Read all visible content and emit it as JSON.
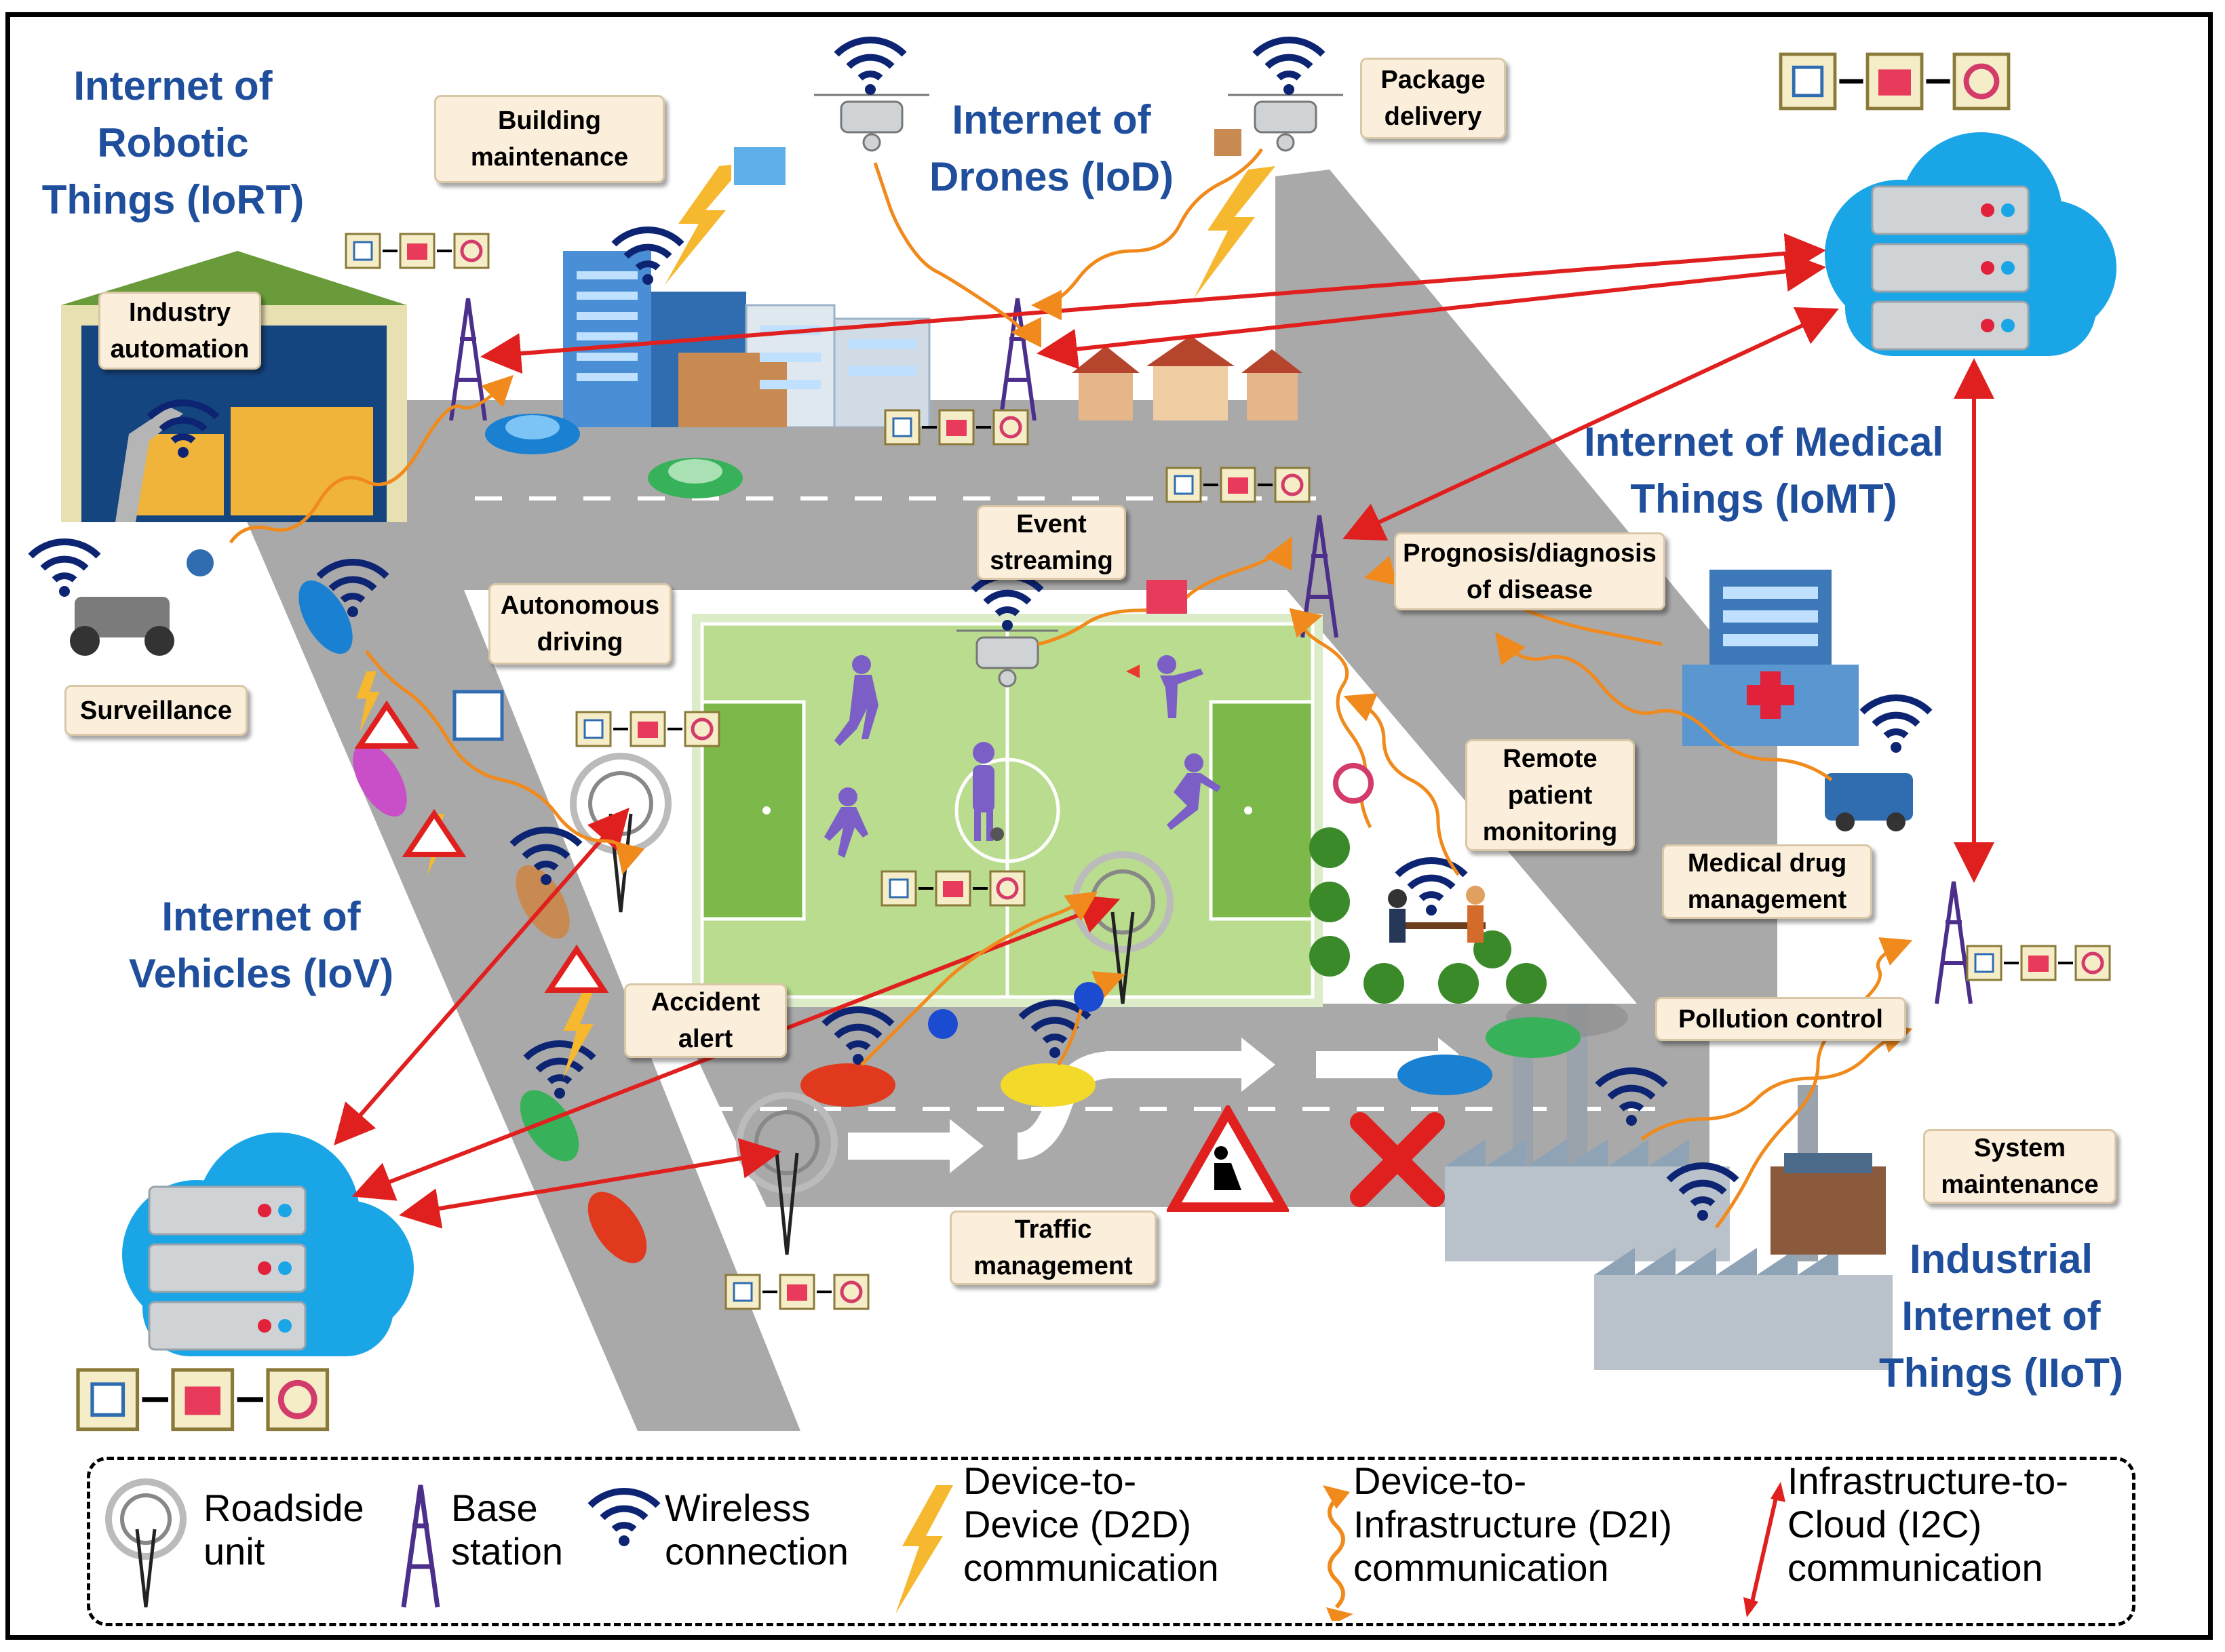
{
  "domains": {
    "iort": "Internet of\nRobotic\nThings (IoRT)",
    "iod": "Internet of\nDrones (IoD)",
    "iomt": "Internet of Medical\nThings (IoMT)",
    "iov": "Internet of\nVehicles (IoV)",
    "iiot": "Industrial\nInternet of\nThings (IIoT)"
  },
  "callouts": {
    "building_maintenance": "Building\nmaintenance",
    "package_delivery": "Package\ndelivery",
    "industry_automation": "Industry\nautomation",
    "surveillance": "Surveillance",
    "autonomous_driving": "Autonomous\ndriving",
    "event_streaming": "Event\nstreaming",
    "prognosis": "Prognosis/diagnosis\nof disease",
    "remote_patient": "Remote\npatient\nmonitoring",
    "medical_drug": "Medical drug\nmanagement",
    "accident_alert": "Accident\nalert",
    "pollution_control": "Pollution control",
    "system_maintenance": "System\nmaintenance",
    "traffic_management": "Traffic\nmanagement"
  },
  "legend": {
    "roadside_unit": "Roadside\nunit",
    "base_station": "Base\nstation",
    "wireless": "Wireless\nconnection",
    "d2d": "Device-to-\nDevice (D2D)\ncommunication",
    "d2i": "Device-to-\nInfrastructure (D2I)\ncommunication",
    "i2c": "Infrastructure-to-\nCloud (I2C)\ncommunication"
  },
  "colors": {
    "title_blue": "#1f4e9c",
    "d2d_yellow": "#f5b82e",
    "d2i_orange": "#f08a1c",
    "i2c_red": "#e0201e",
    "road_gray": "#a9a9a9",
    "field_green": "#b9dc8f",
    "cloud_blue": "#1aa6e6",
    "tower_purple": "#4b2f8a",
    "wifi_navy": "#0c2472"
  }
}
